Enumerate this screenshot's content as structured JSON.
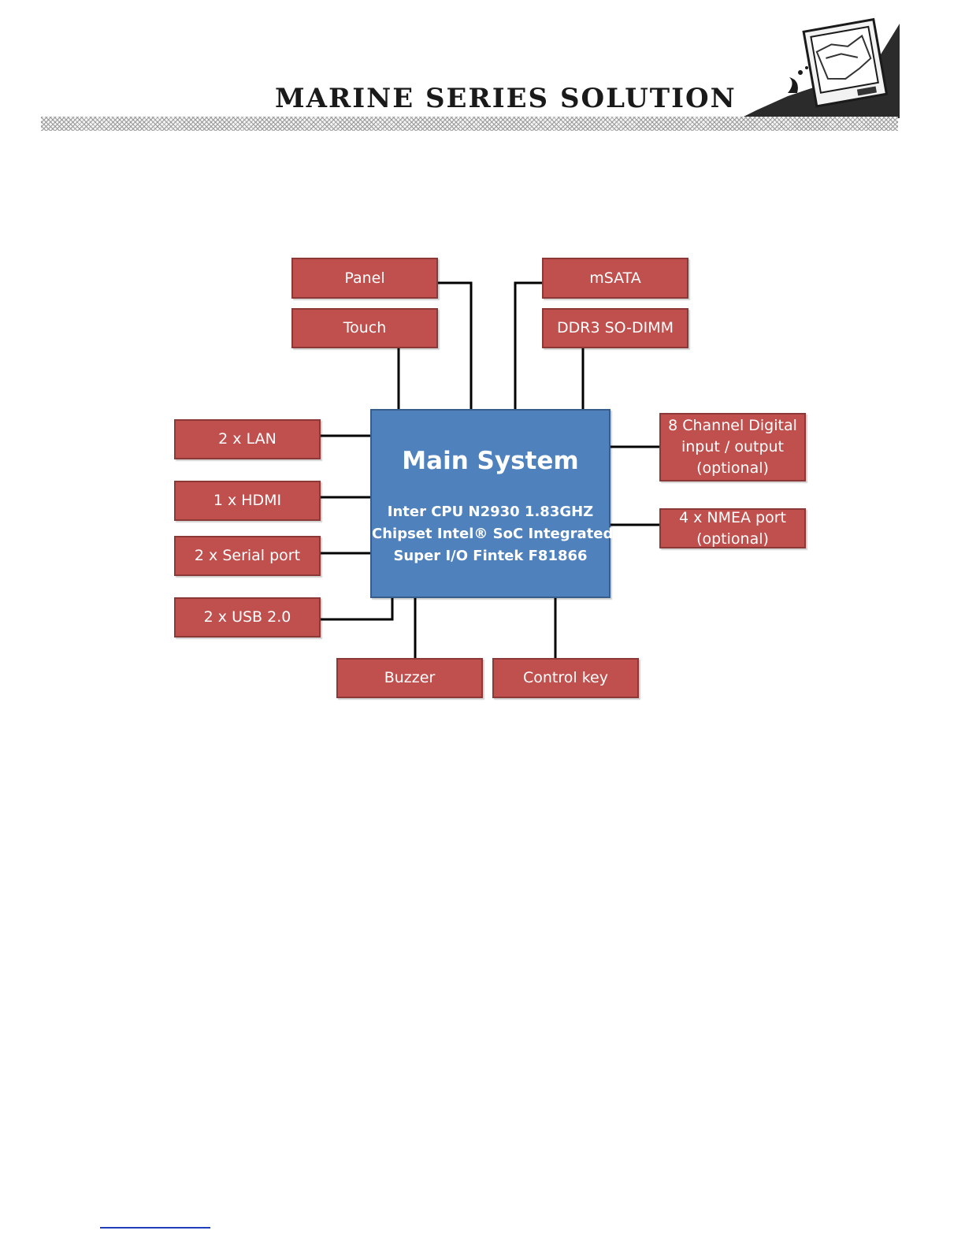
{
  "header": {
    "title": "MARINE SERIES SOLUTION",
    "logo_icon": "marine-monitor-logo-icon"
  },
  "diagram": {
    "main": {
      "title": "Main System",
      "lines": [
        "Inter  CPU  N2930 1.83GHZ",
        "Chipset Intel® SoC Integrated",
        "Super I/O Fintek F81866"
      ]
    },
    "top_boxes": {
      "panel": "Panel",
      "touch": "Touch",
      "msata": "mSATA",
      "ddr3": "DDR3 SO-DIMM"
    },
    "left_boxes": {
      "lan": "2 x LAN",
      "hdmi": "1 x HDMI",
      "serial": "2 x Serial port",
      "usb": "2 x USB 2.0"
    },
    "right_boxes": {
      "digital_io": "8 Channel Digital\ninput / output\n(optional)",
      "nmea": "4 x NMEA port\n(optional)"
    },
    "bottom_boxes": {
      "buzzer": "Buzzer",
      "control_key": "Control key"
    }
  },
  "colors": {
    "component_box": "#c0504d",
    "main_box": "#4f81bd",
    "connector": "#000000"
  }
}
